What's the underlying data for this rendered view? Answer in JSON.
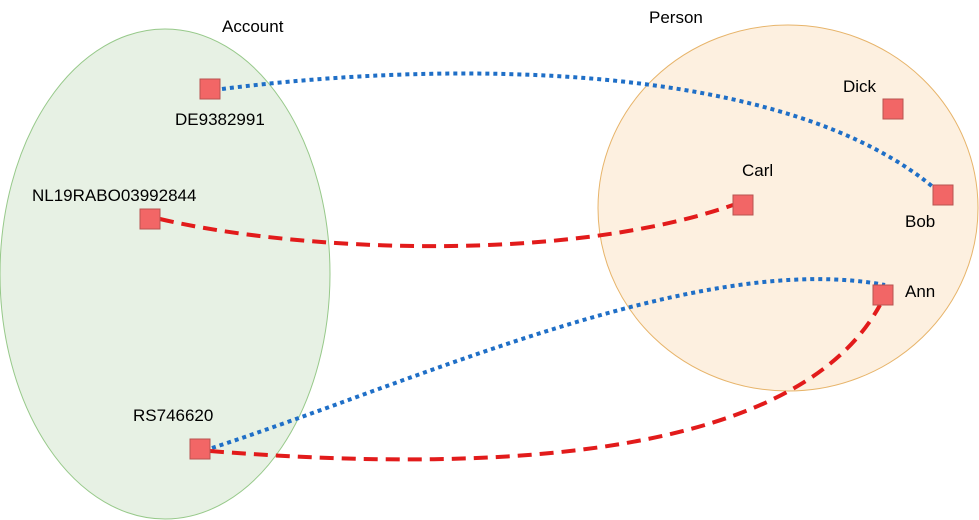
{
  "colors": {
    "account_fill": "#e7f1e4",
    "account_stroke": "#97c98a",
    "person_fill": "#fdf0e0",
    "person_stroke": "#e7b46a",
    "node_fill": "#f26666",
    "dotted_edge": "#1f6fc7",
    "dashed_edge": "#e21b1b"
  },
  "sets": {
    "account": {
      "label": "Account"
    },
    "person": {
      "label": "Person"
    }
  },
  "nodes": {
    "de": {
      "label": "DE9382991"
    },
    "nl": {
      "label": "NL19RABO03992844"
    },
    "rs": {
      "label": "RS746620"
    },
    "dick": {
      "label": "Dick"
    },
    "carl": {
      "label": "Carl"
    },
    "bob": {
      "label": "Bob"
    },
    "ann": {
      "label": "Ann"
    }
  },
  "edges": [
    {
      "from": "DE9382991",
      "to": "Bob",
      "style": "dotted"
    },
    {
      "from": "NL19RABO03992844",
      "to": "Carl",
      "style": "dashed"
    },
    {
      "from": "RS746620",
      "to": "Ann",
      "style": "dotted"
    },
    {
      "from": "RS746620",
      "to": "Ann",
      "style": "dashed"
    }
  ]
}
